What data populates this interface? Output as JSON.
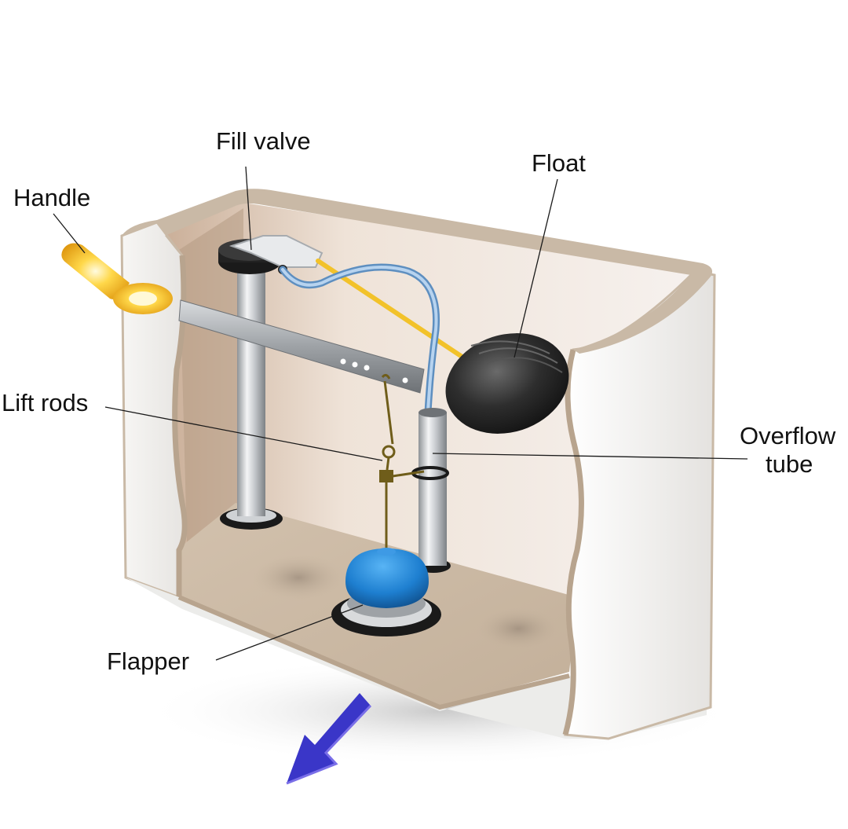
{
  "labels": {
    "fill_valve": "Fill valve",
    "float": "Float",
    "handle": "Handle",
    "lift_rods": "Lift rods",
    "overflow_tube_line1": "Overflow",
    "overflow_tube_line2": "tube",
    "flapper": "Flapper"
  },
  "colors": {
    "tank_shell": "#f2f1ef",
    "tank_rim": "#c9b9a6",
    "tank_floor": "#c8b6a0",
    "tank_inner_wall": "#e7d8ca",
    "float": "#2a2a2a",
    "flapper": "#1e7fd0",
    "handle": "#f4c22a",
    "refill_tube": "#8fb8e0",
    "flow_arrow": "#3a36c8",
    "chain": "#6f5d1a"
  },
  "icons": {
    "flow_arrow": "down-left-arrow-icon"
  }
}
